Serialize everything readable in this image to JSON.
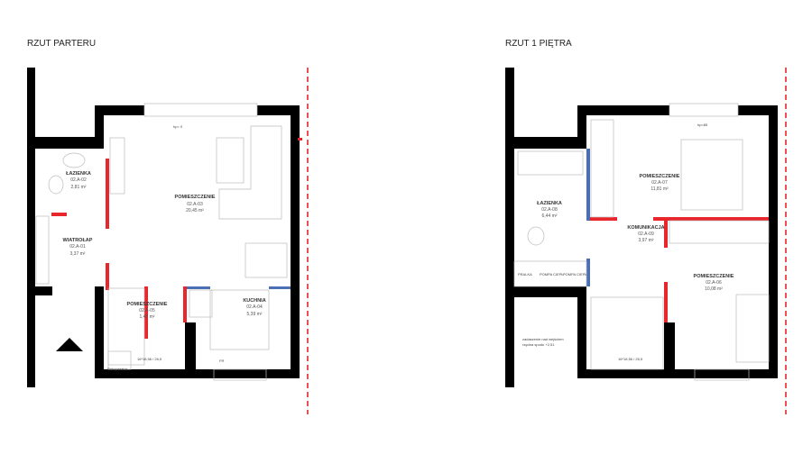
{
  "ground_floor": {
    "title": "RZUT PARTERU",
    "rooms": [
      {
        "name": "ŁAZIENKA",
        "code": "02.A-02",
        "area": "2,81 m²"
      },
      {
        "name": "POMIESZCZENIE",
        "code": "02.A-03",
        "area": "20,45 m²"
      },
      {
        "name": "WIATROŁAP",
        "code": "02.A-01",
        "area": "3,37 m²"
      },
      {
        "name": "POMIESZCZENIE",
        "code": "02.A-05",
        "area": "1,40 m²"
      },
      {
        "name": "KUCHNIA",
        "code": "02.A-04",
        "area": "5,39 m²"
      }
    ],
    "stairs_label": "16*18,56 / 26,5",
    "rekuperator": "Rekuperator",
    "fridge": "FR",
    "window_sill": "hp= 0"
  },
  "first_floor": {
    "title": "RZUT 1 PIĘTRA",
    "rooms": [
      {
        "name": "POMIESZCZENIE",
        "code": "02.A-07",
        "area": "11,81 m²"
      },
      {
        "name": "ŁAZIENKA",
        "code": "02.A-08",
        "area": "6,44 m²"
      },
      {
        "name": "KOMUNIKACJA",
        "code": "02.A-09",
        "area": "3,97 m²"
      },
      {
        "name": "POMIESZCZENIE",
        "code": "02.A-06",
        "area": "10,08 m²"
      }
    ],
    "stairs_label": "16*18,56 / 26,5",
    "window_sill": "hp=85",
    "utility_labels": [
      "PRALKA",
      "POMPA CIEPŁ",
      "POMPA CIEPŁ"
    ],
    "note": "zadaszenie nad wejściem",
    "note2": "rzędna spodu +2,51"
  }
}
